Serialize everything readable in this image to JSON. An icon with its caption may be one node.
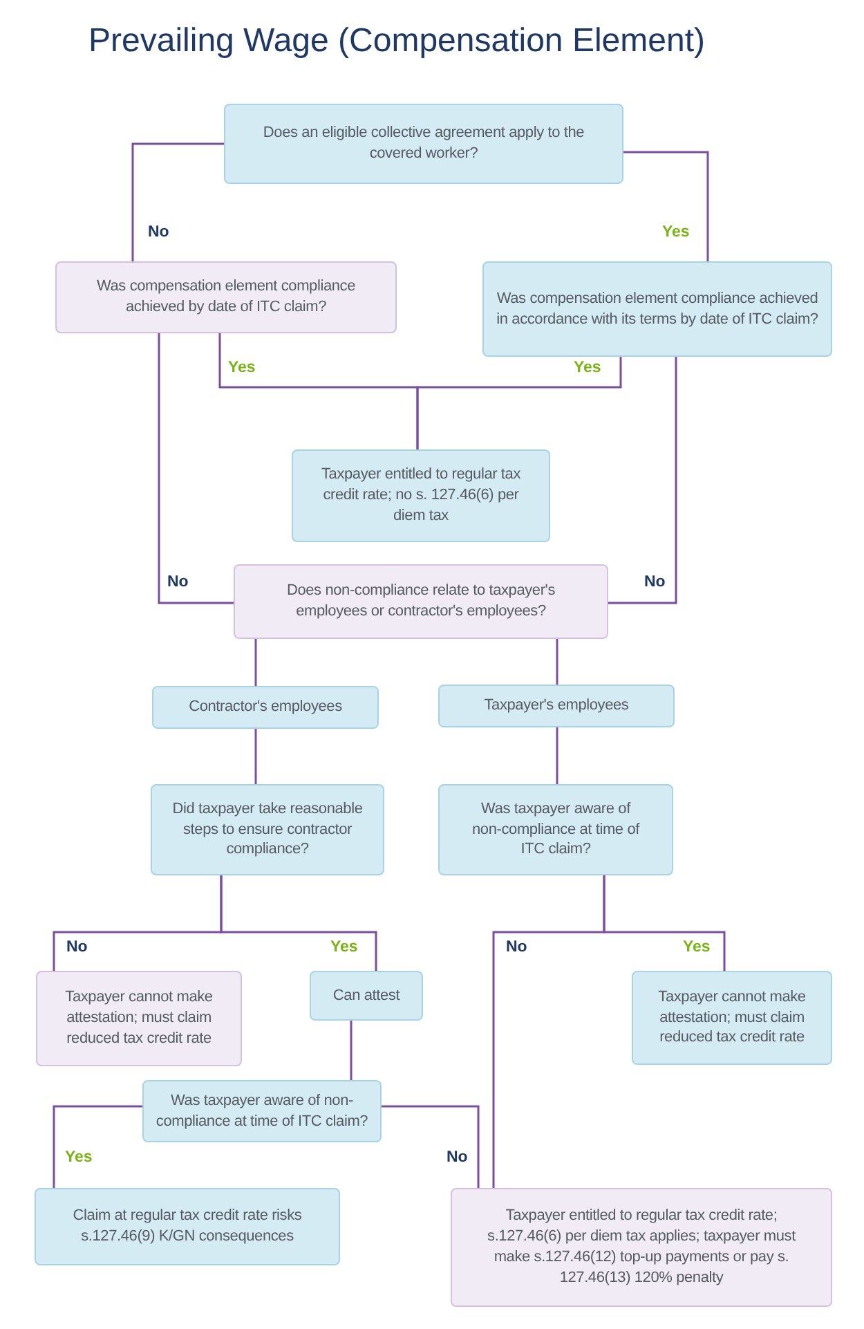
{
  "diagram": {
    "title": "Prevailing Wage (Compensation Element)",
    "nodes": [
      {
        "text": [
          "Does an eligible collective agreement apply to the covered worker?"
        ]
      },
      {
        "text": [
          "Was compensation element compliance achieved by date of ITC claim?"
        ]
      },
      {
        "text": [
          "Was compensation element compliance achieved in accordance with its terms by date of ITC claim?"
        ]
      },
      {
        "text": [
          "Taxpayer entitled to regular tax credit rate; no s. 127.46(6) per diem tax"
        ]
      },
      {
        "text": [
          "Does non-compliance relate to taxpayer's employees or contractor's employees?"
        ]
      },
      {
        "text": [
          "Contractor's employees"
        ]
      },
      {
        "text": [
          "Taxpayer's employees"
        ]
      },
      {
        "text": [
          "Did taxpayer take reasonable steps to ensure contractor compliance?"
        ]
      },
      {
        "text": [
          "Was taxpayer aware of non-compliance at time of ITC claim?"
        ]
      },
      {
        "text": [
          "Taxpayer cannot make attestation; must claim reduced tax credit rate"
        ]
      },
      {
        "text": [
          "Can attest"
        ]
      },
      {
        "text": [
          "Was taxpayer aware of non-compliance at time of ITC claim?"
        ]
      },
      {
        "text": [
          "Taxpayer cannot make attestation; must claim reduced tax credit rate"
        ]
      },
      {
        "text": [
          "Claim at regular tax credit rate risks s.127.46(9) K/GN consequences"
        ]
      },
      {
        "text": [
          "Taxpayer entitled to regular tax credit rate; s.127.46(6) per diem tax applies; taxpayer must make s.127.46(12) top-up payments or pay s. 127.46(13) 120% penalty"
        ]
      }
    ],
    "edges": [
      {
        "from": 0,
        "to": 1,
        "arrow": "none",
        "label": "No"
      },
      {
        "from": 0,
        "to": 2,
        "arrow": "none",
        "label": "Yes"
      },
      {
        "from": 1,
        "to": 3,
        "arrow": "none",
        "label": "Yes"
      },
      {
        "from": 2,
        "to": 3,
        "arrow": "none",
        "label": "Yes"
      },
      {
        "from": 1,
        "to": 4,
        "arrow": "none",
        "label": "No"
      },
      {
        "from": 2,
        "to": 4,
        "arrow": "none",
        "label": "No"
      },
      {
        "from": 4,
        "to": 5,
        "arrow": "none"
      },
      {
        "from": 4,
        "to": 6,
        "arrow": "none"
      },
      {
        "from": 5,
        "to": 7,
        "arrow": "none"
      },
      {
        "from": 6,
        "to": 8,
        "arrow": "none"
      },
      {
        "from": 7,
        "to": 9,
        "arrow": "none",
        "label": "No"
      },
      {
        "from": 7,
        "to": 10,
        "arrow": "none",
        "label": "Yes"
      },
      {
        "from": 8,
        "to": 14,
        "arrow": "none",
        "label": "No"
      },
      {
        "from": 8,
        "to": 12,
        "arrow": "none",
        "label": "Yes"
      },
      {
        "from": 10,
        "to": 11,
        "arrow": "none"
      },
      {
        "from": 11,
        "to": 13,
        "arrow": "none",
        "label": "Yes"
      },
      {
        "from": 11,
        "to": 14,
        "arrow": "none",
        "label": "No"
      }
    ]
  }
}
